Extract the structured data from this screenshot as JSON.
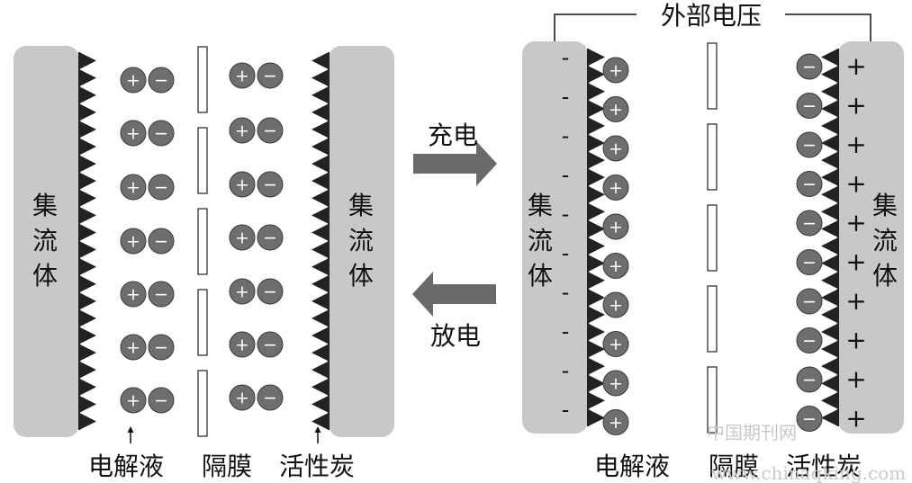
{
  "labels": {
    "collector": "集流体",
    "electrolyte": "电解液",
    "separator": "隔膜",
    "activated_carbon": "活性炭",
    "charge": "充电",
    "discharge": "放电",
    "external_voltage": "外部电压"
  },
  "symbols": {
    "plus": "+",
    "minus": "-",
    "ion_plus": "+",
    "ion_minus": "−"
  },
  "watermark": {
    "line1": "中国期刊网",
    "line2": "www.chinaqking.com"
  },
  "colors": {
    "collector": "#c8c8c8",
    "teeth": "#222222",
    "ion": "#6e6e6e",
    "arrow": "#6a6a6a"
  }
}
